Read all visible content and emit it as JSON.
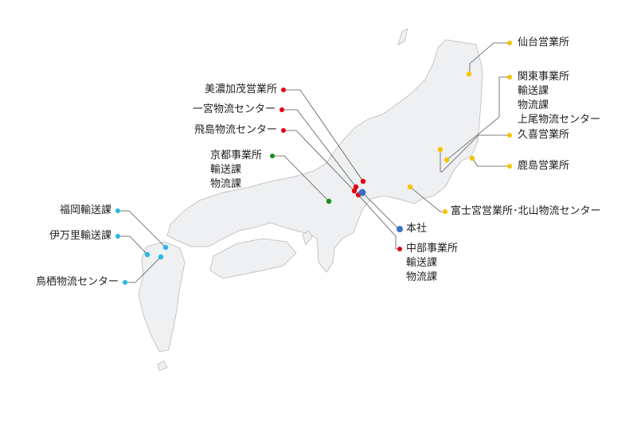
{
  "colors": {
    "chubu": "#e60012",
    "kanto": "#f5c400",
    "kyoto": "#1a8c1a",
    "hq": "#3a6fc4",
    "kyushu": "#29b6e8",
    "land": "#eef0f2",
    "coast": "#c4c6c8"
  },
  "offices": {
    "minokamo": {
      "name": "美濃加茂営業所"
    },
    "ichinomiya": {
      "name": "一宮物流センター"
    },
    "tobishima": {
      "name": "飛島物流センター"
    },
    "kyoto": {
      "name": "京都事業所",
      "sub": [
        "輸送課",
        "物流課"
      ]
    },
    "hq": {
      "name": "本社"
    },
    "chubu": {
      "name": "中部事業所",
      "sub": [
        "輸送課",
        "物流課"
      ]
    },
    "sendai": {
      "name": "仙台営業所"
    },
    "kanto": {
      "name": "関東事業所",
      "sub": [
        "輸送課",
        "物流課",
        "上尾物流センター"
      ]
    },
    "kuki": {
      "name": "久喜営業所"
    },
    "kashima": {
      "name": "鹿島営業所"
    },
    "fujinomiya": {
      "name": "富士宮営業所･北山物流センター"
    },
    "fukuoka": {
      "name": "福岡輸送課"
    },
    "imari": {
      "name": "伊万里輸送課"
    },
    "tosu": {
      "name": "鳥栖物流センター"
    }
  }
}
